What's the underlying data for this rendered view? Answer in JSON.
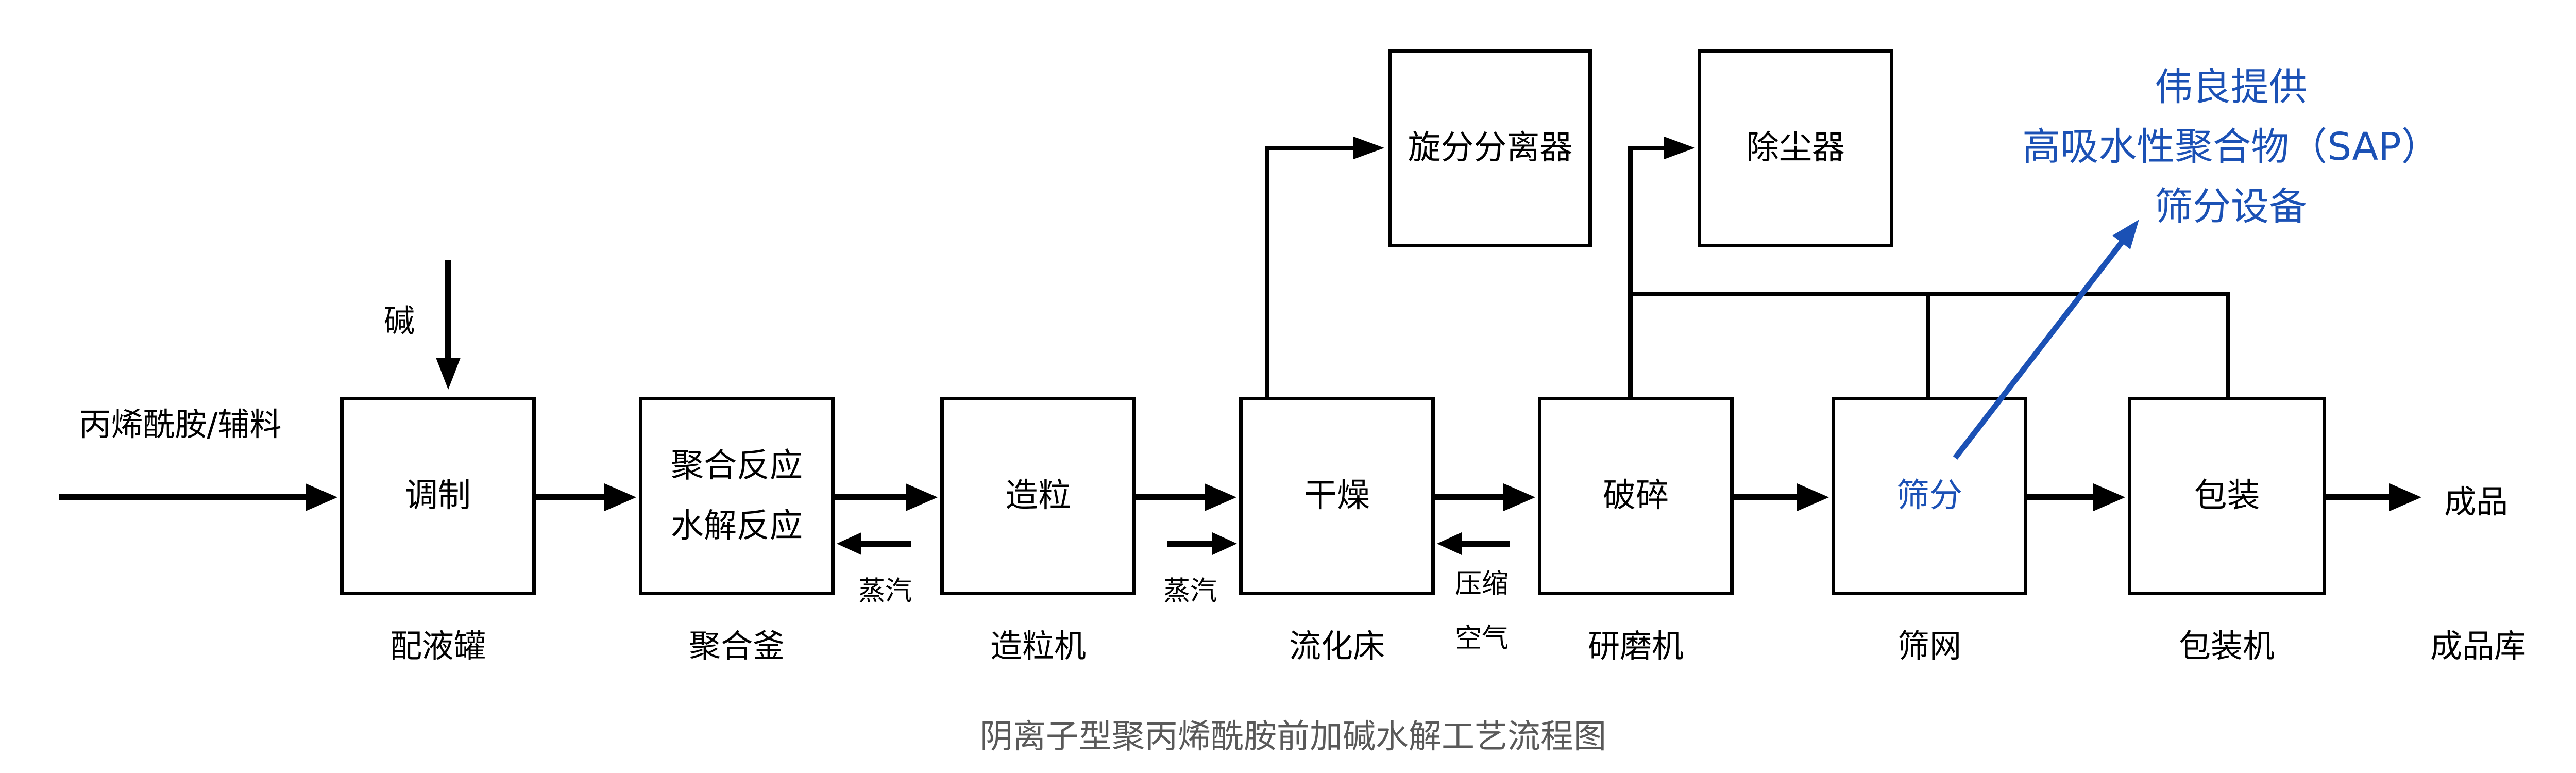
{
  "diagram": {
    "title": "阴离子型聚丙烯酰胺前加碱水解工艺流程图",
    "colors": {
      "line_black": "#000000",
      "accent_blue": "#1B51B5",
      "caption_gray": "#595959",
      "background": "#FFFFFF"
    },
    "feed_label": "丙烯酰胺/辅料",
    "alkali_label": "碱",
    "steam_label_1": "蒸汽",
    "steam_label_2": "蒸汽",
    "compressed_air": {
      "line1": "压缩",
      "line2": "空气"
    },
    "process_boxes": [
      {
        "label": "调制",
        "equipment": "配液罐"
      },
      {
        "label_line1": "聚合反应",
        "label_line2": "水解反应",
        "equipment": "聚合釜"
      },
      {
        "label": "造粒",
        "equipment": "造粒机"
      },
      {
        "label": "干燥",
        "equipment": "流化床"
      },
      {
        "label": "破碎",
        "equipment": "研磨机"
      },
      {
        "label": "筛分",
        "equipment": "筛网",
        "highlight": "blue"
      },
      {
        "label": "包装",
        "equipment": "包装机"
      }
    ],
    "top_boxes": [
      {
        "label": "旋分分离器"
      },
      {
        "label": "除尘器"
      }
    ],
    "output": {
      "label": "成品",
      "storage": "成品库"
    },
    "annotation": {
      "line1": "伟良提供",
      "line2": "高吸水性聚合物（SAP）",
      "line3": "筛分设备"
    }
  }
}
